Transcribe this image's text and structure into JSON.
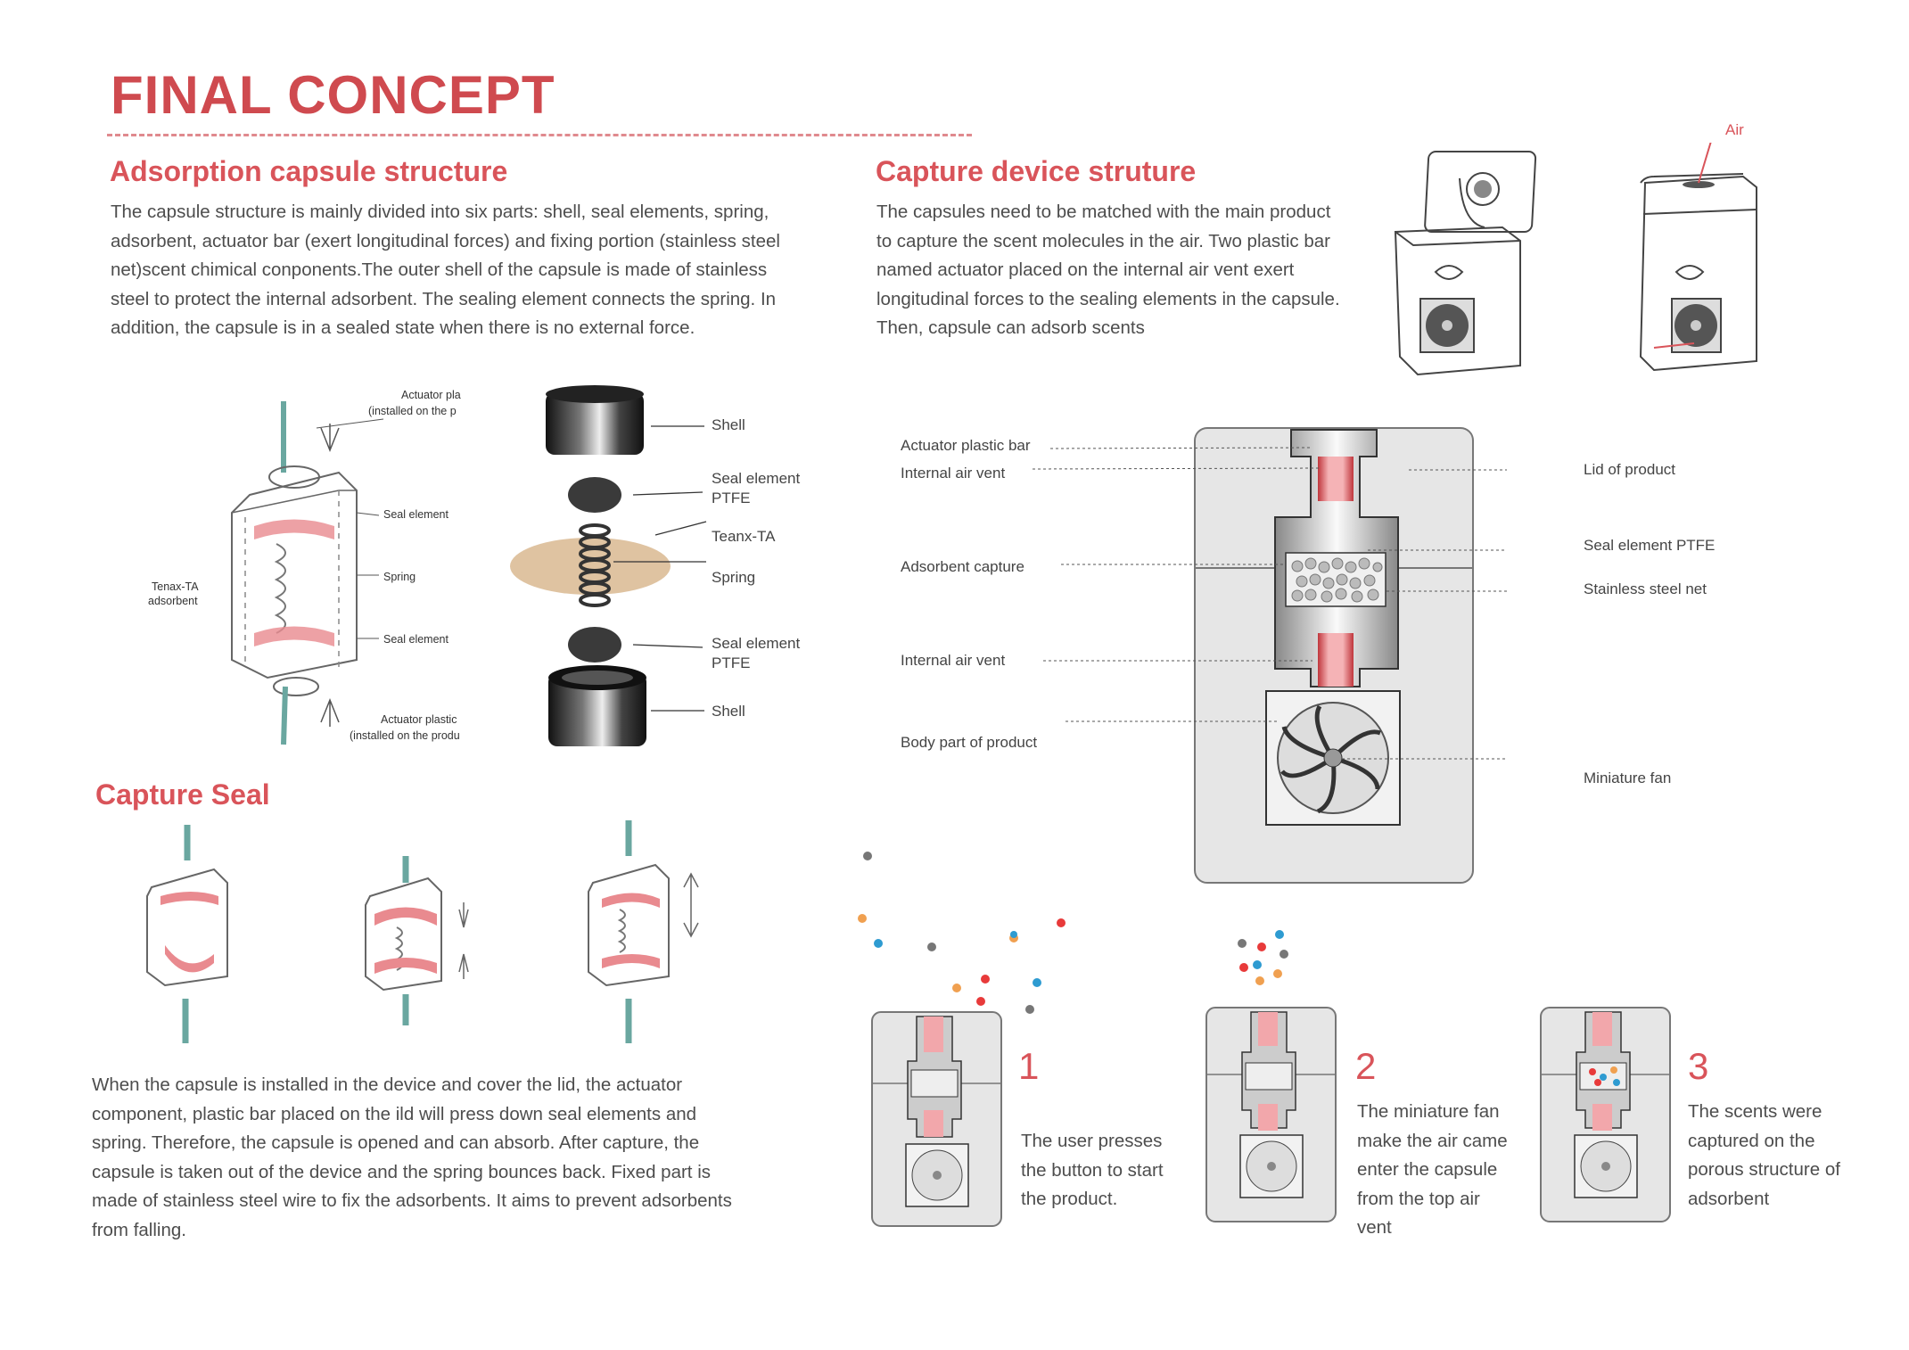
{
  "title": "FINAL CONCEPT",
  "adsorption": {
    "heading": "Adsorption capsule structure",
    "text": "The capsule structure is mainly divided into six parts: shell, seal elements, spring, adsorbent, actuator bar (exert longitudinal forces) and fixing portion (stainless steel net)scent chimical conponents.The outer shell of the capsule is made of stainless steel to protect the internal adsorbent. The sealing element connects the spring. In addition, the capsule is in a sealed state when there is no external force.",
    "sketch_labels": {
      "actuator_top_1": "Actuator pla",
      "actuator_top_2": "(installed on the p",
      "seal_top": "Seal element",
      "spring": "Spring",
      "seal_bottom": "Seal element",
      "tenax_1": "Tenax-TA",
      "tenax_2": "adsorbent",
      "actuator_bottom_1": "Actuator plastic",
      "actuator_bottom_2": "(installed on the produ"
    },
    "exploded_labels": {
      "shell_top": "Shell",
      "seal_top_1": "Seal element",
      "seal_top_2": "PTFE",
      "teanx": "Teanx-TA",
      "spring": "Spring",
      "seal_bottom_1": "Seal element",
      "seal_bottom_2": "PTFE",
      "shell_bottom": "Shell"
    }
  },
  "capture_seal": {
    "heading": "Capture Seal",
    "text": "When the capsule is installed in the device and cover the lid, the actuator component, plastic bar placed on the ild will press down seal elements and spring. Therefore, the capsule is opened and can absorb. After capture, the capsule is taken out of the device and the spring bounces back. Fixed part is made of stainless steel wire to fix the adsorbents. It aims to prevent adsorbents from falling."
  },
  "capture_device": {
    "heading": "Capture device struture",
    "text": "The capsules need to be matched with the main product to capture the scent molecules in the air. Two plastic bar named actuator placed on the internal air vent exert longitudinal forces to the sealing elements in the capsule. Then, capsule can adsorb scents",
    "air_label": "Air"
  },
  "section_labels": {
    "actuator_bar": "Actuator plastic bar",
    "internal_vent_top": "Internal air vent",
    "adsorbent_capture": "Adsorbent capture",
    "internal_vent_bottom": "Internal air vent",
    "body_part": "Body part of product",
    "lid": "Lid of product",
    "seal_ptfe": "Seal element PTFE",
    "steel_net": "Stainless steel net",
    "fan": "Miniature fan"
  },
  "steps": [
    {
      "number": "1",
      "text": "The user presses the button to start the product."
    },
    {
      "number": "2",
      "text": "The miniature fan make the  air came enter the capsule from the top air vent"
    },
    {
      "number": "3",
      "text": "The scents were captured on the porous structure of adsorbent"
    }
  ],
  "colors": {
    "accent": "#d9545a",
    "pink": "#f2a7ab",
    "grey_body": "#e6e6e6"
  }
}
